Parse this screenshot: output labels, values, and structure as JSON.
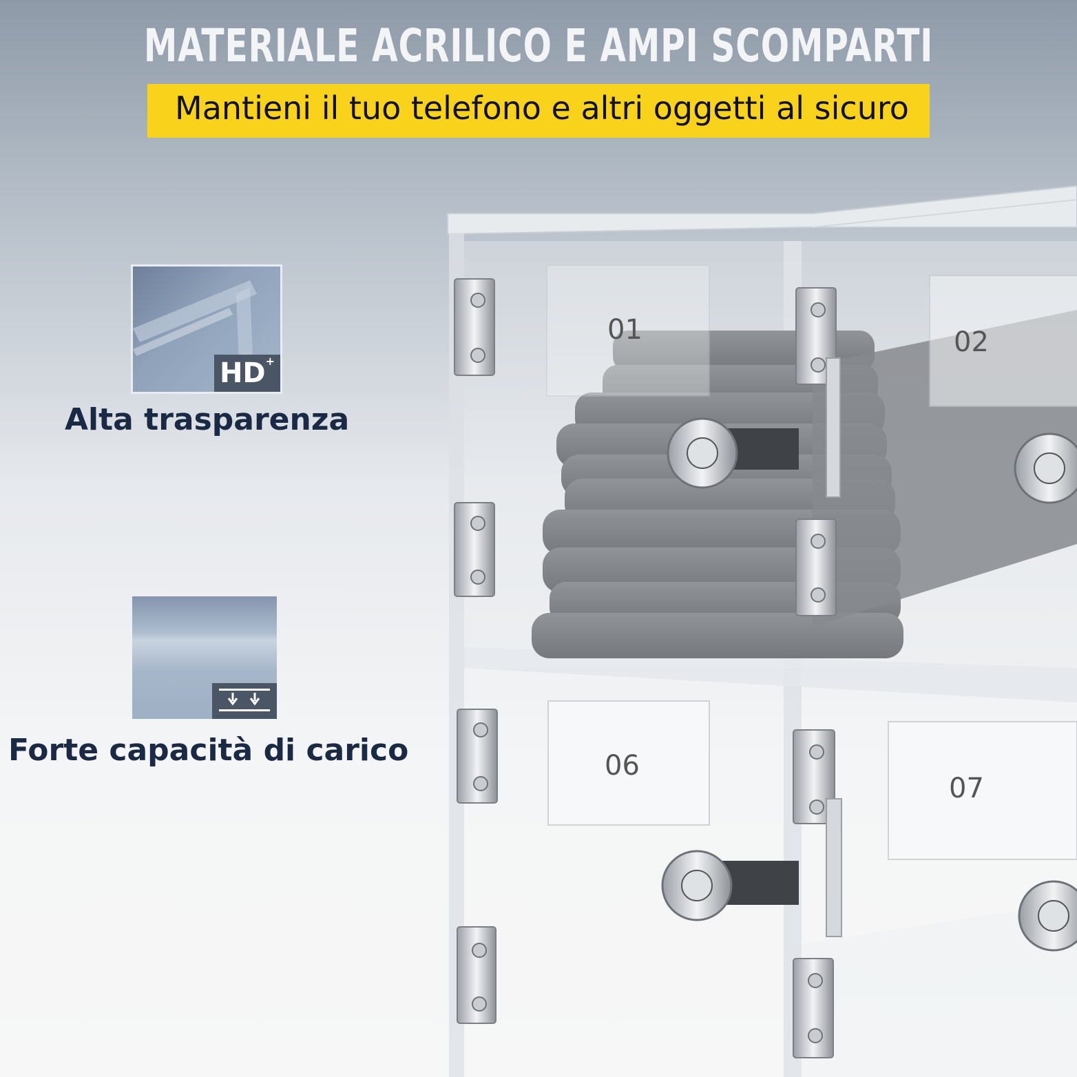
{
  "headline": "MATERIALE ACRILICO E AMPI SCOMPARTI",
  "banner": "Mantieni il tuo telefono e altri oggetti al sicuro",
  "features": [
    {
      "badge": "HD",
      "badge_sup": "+",
      "label": "Alta trasparenza",
      "icon": "hd-transparency-icon"
    },
    {
      "label": "Forte capacità di carico",
      "icon": "load-capacity-icon"
    }
  ],
  "compartments": [
    "01",
    "02",
    "06",
    "07"
  ],
  "colors": {
    "banner": "#f9d21c",
    "label_text": "#1b2a44",
    "badge": "#4a5566"
  }
}
